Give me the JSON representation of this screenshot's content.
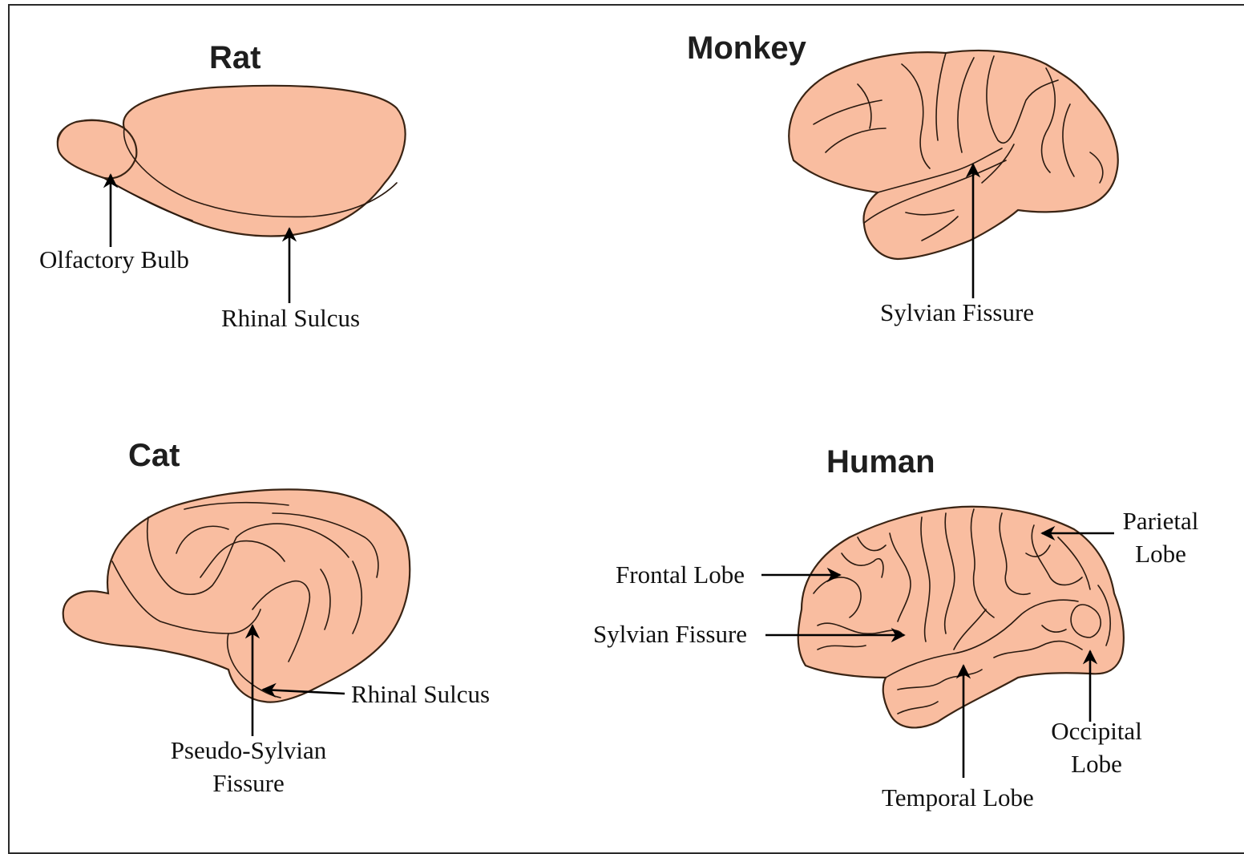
{
  "panels": {
    "rat": {
      "title": "Rat",
      "labels": {
        "olfactory_bulb": "Olfactory Bulb",
        "rhinal_sulcus": "Rhinal Sulcus"
      }
    },
    "monkey": {
      "title": "Monkey",
      "labels": {
        "sylvian_fissure": "Sylvian Fissure"
      }
    },
    "cat": {
      "title": "Cat",
      "labels": {
        "rhinal_sulcus": "Rhinal Sulcus",
        "pseudo_sylvian_line1": "Pseudo-Sylvian",
        "pseudo_sylvian_line2": "Fissure"
      }
    },
    "human": {
      "title": "Human",
      "labels": {
        "frontal_lobe": "Frontal Lobe",
        "sylvian_fissure": "Sylvian Fissure",
        "parietal_line1": "Parietal",
        "parietal_line2": "Lobe",
        "occipital_line1": "Occipital",
        "occipital_line2": "Lobe",
        "temporal_lobe": "Temporal Lobe"
      }
    }
  },
  "colors": {
    "brain_fill": "#f9bda0",
    "outline": "#3a2414",
    "text": "#111111"
  }
}
